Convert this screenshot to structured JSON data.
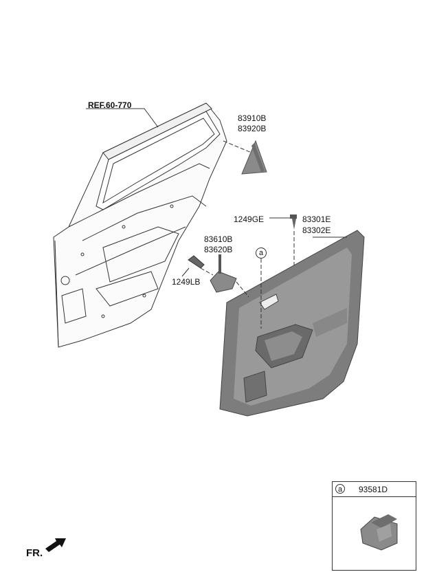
{
  "labels": {
    "ref_door": "REF.60-770",
    "part_83910B": "83910B",
    "part_83920B": "83920B",
    "part_1249GE": "1249GE",
    "part_83301E": "83301E",
    "part_83302E": "83302E",
    "part_83610B": "83610B",
    "part_83620B": "83620B",
    "part_1249LB": "1249LB",
    "marker_a": "a"
  },
  "legend": {
    "marker": "a",
    "part": "93581D"
  },
  "direction": {
    "label": "FR."
  }
}
